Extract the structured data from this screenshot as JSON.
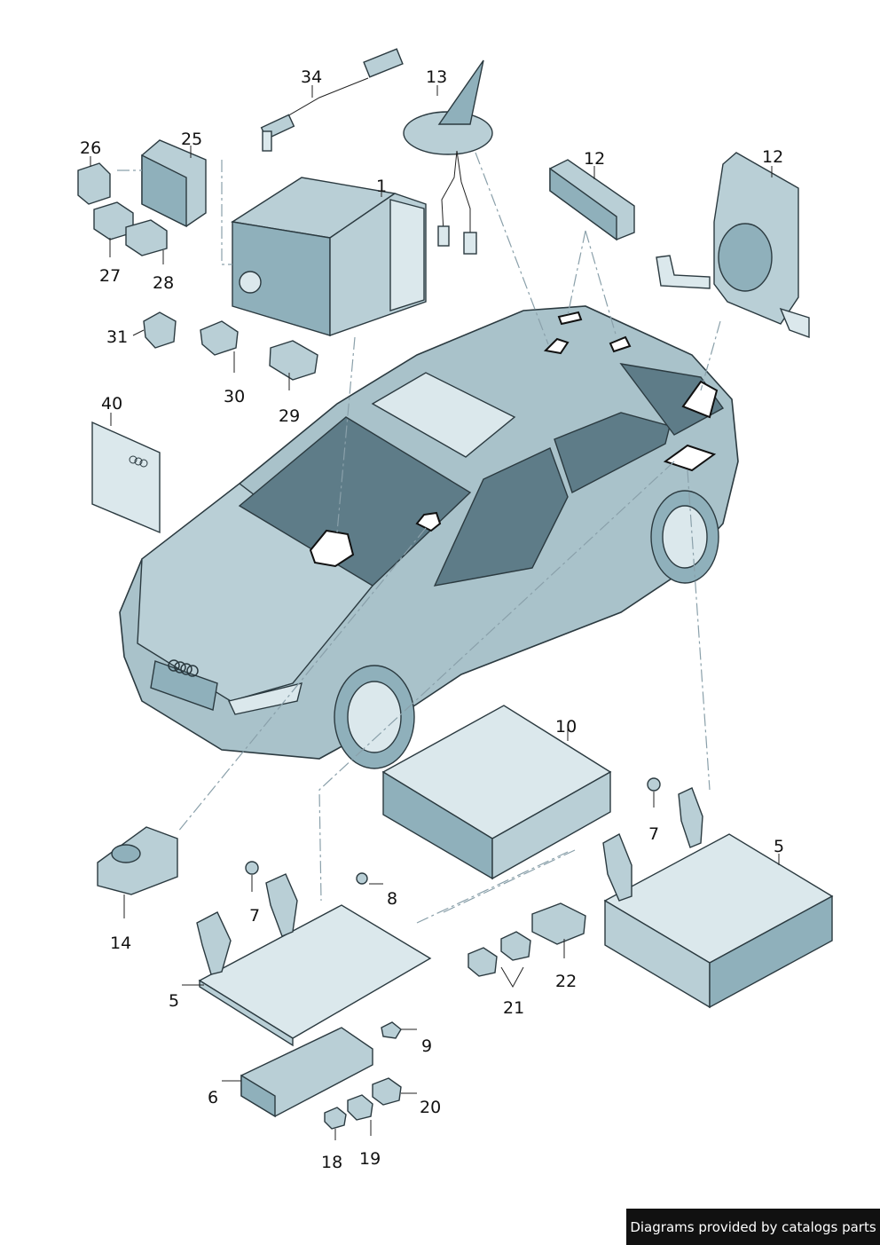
{
  "callouts": {
    "c1": "1",
    "c5a": "5",
    "c5b": "5",
    "c6": "6",
    "c7a": "7",
    "c7b": "7",
    "c8": "8",
    "c9": "9",
    "c10": "10",
    "c12a": "12",
    "c12b": "12",
    "c13": "13",
    "c14": "14",
    "c18": "18",
    "c19": "19",
    "c20": "20",
    "c21": "21",
    "c22": "22",
    "c25": "25",
    "c26": "26",
    "c27": "27",
    "c28": "28",
    "c29": "29",
    "c30": "30",
    "c31": "31",
    "c34": "34",
    "c40": "40"
  },
  "footer": {
    "credit": "Diagrams provided by catalogs parts"
  },
  "colors": {
    "part_fill": "#b9cfd6",
    "glass": "#5e7c88",
    "outline": "#2b3a40",
    "credit_bg": "#111111"
  }
}
